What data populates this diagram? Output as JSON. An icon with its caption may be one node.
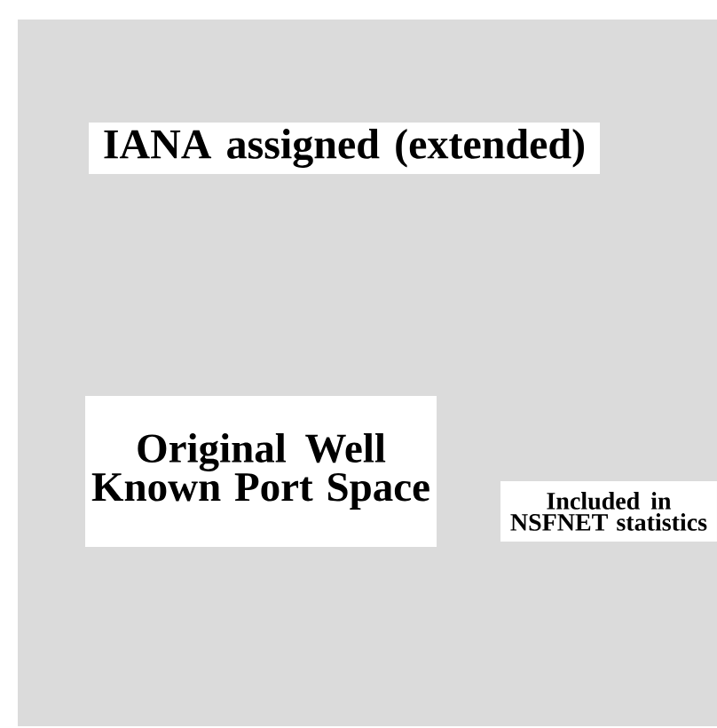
{
  "diagram": {
    "nodes": [
      {
        "text": [],
        "shape": "box"
      },
      {
        "text": [
          "IANA assigned (extended)"
        ],
        "in": 0
      },
      {
        "text": [
          "Original Well Known Port Space"
        ],
        "in": 0
      },
      {
        "text": [
          "Included in NSFNET statistics"
        ],
        "in": 0
      }
    ]
  }
}
